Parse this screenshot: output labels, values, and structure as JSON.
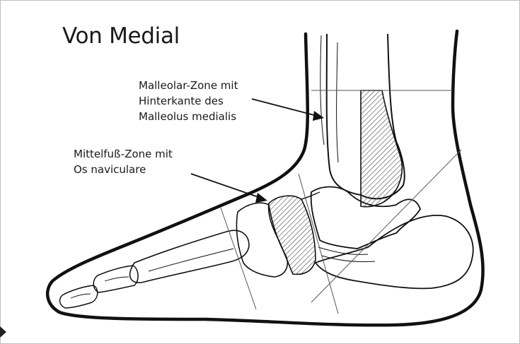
{
  "title": "Von Medial",
  "labels": {
    "malleolar": [
      "Malleolar-Zone mit",
      "Hinterkante des",
      "Malleolus medialis"
    ],
    "mittelfuss": [
      "Mittelfuß-Zone mit",
      "Os naviculare"
    ]
  },
  "colors": {
    "ink": "#1a1a1a",
    "hatch": "#444444",
    "zone_lines": "#555555",
    "background": "#ffffff"
  }
}
